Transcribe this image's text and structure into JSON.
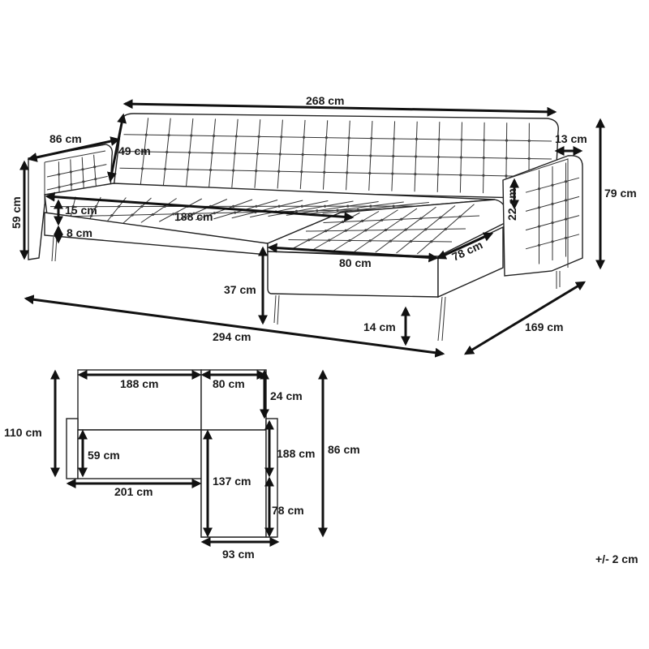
{
  "diagram": {
    "tolerance": "+/- 2 cm",
    "colors": {
      "line": "#222222",
      "arrow": "#111111",
      "text": "#1a1a1a",
      "background": "#ffffff"
    }
  },
  "perspective_labels": {
    "total_width": "268 cm",
    "armrest_depth": "86 cm",
    "backrest_height": "49 cm",
    "total_height_left": "59 cm",
    "arm_width": "13 cm",
    "total_height": "79 cm",
    "cushion_thickness": "15 cm",
    "seat_width": "188 cm",
    "chaise_cushion": "22 cm",
    "leg_clearance": "8 cm",
    "chaise_width": "80 cm",
    "chaise_length": "78 cm",
    "seat_height": "37 cm",
    "leg_height": "14 cm",
    "overall_length": "294 cm",
    "overall_depth": "169 cm"
  },
  "plan_labels": {
    "top_seat_width": "188 cm",
    "top_chaise_width": "80 cm",
    "back_depth_right": "24 cm",
    "left_depth": "110 cm",
    "seat_depth": "59 cm",
    "chaise_depth": "188 cm",
    "total_depth": "86 cm",
    "bottom_width": "201 cm",
    "chaise_inner": "137 cm",
    "chaise_lower": "78 cm",
    "chaise_bottom": "93 cm"
  }
}
